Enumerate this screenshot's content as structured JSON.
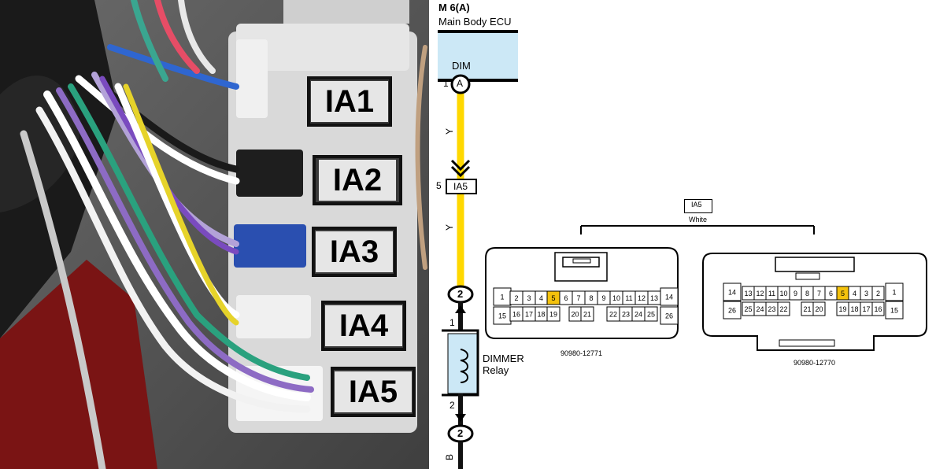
{
  "photo": {
    "connector_labels": [
      "IA1",
      "IA2",
      "IA3",
      "IA4",
      "IA5"
    ]
  },
  "ecu": {
    "code": "M 6(A)",
    "name": "Main Body ECU",
    "signal": "DIM",
    "fill_color": "#cce8f6",
    "terminal_number": "1",
    "terminal_label": "A"
  },
  "wire": {
    "color_code_upper": "Y",
    "color_code_lower": "Y",
    "color_code_bottom": "B",
    "wire_color_hex": "#ffd800",
    "black_wire_hex": "#111111"
  },
  "junction": {
    "pin": "5",
    "label": "IA5"
  },
  "relay": {
    "name_line1": "DIMMER",
    "name_line2": "Relay",
    "pin_top": "1",
    "pin_bottom": "2",
    "circle_top": "2",
    "circle_bottom": "2"
  },
  "connector_view": {
    "title": "IA5",
    "color": "White",
    "highlight_hex": "#f4c20d",
    "left": {
      "part_number": "90980-12771",
      "row1": [
        "1",
        "2",
        "3",
        "4",
        "5",
        "6",
        "7",
        "8",
        "9",
        "10",
        "11",
        "12",
        "13",
        "14"
      ],
      "row2": [
        "15",
        "16",
        "17",
        "18",
        "19",
        "20",
        "21",
        "22",
        "23",
        "24",
        "25",
        "26"
      ],
      "highlight": "5"
    },
    "right": {
      "part_number": "90980-12770",
      "row1": [
        "14",
        "13",
        "12",
        "11",
        "10",
        "9",
        "8",
        "7",
        "6",
        "5",
        "4",
        "3",
        "2",
        "1"
      ],
      "row2": [
        "26",
        "25",
        "24",
        "23",
        "22",
        "21",
        "20",
        "19",
        "18",
        "17",
        "16",
        "15"
      ],
      "highlight": "5"
    }
  }
}
